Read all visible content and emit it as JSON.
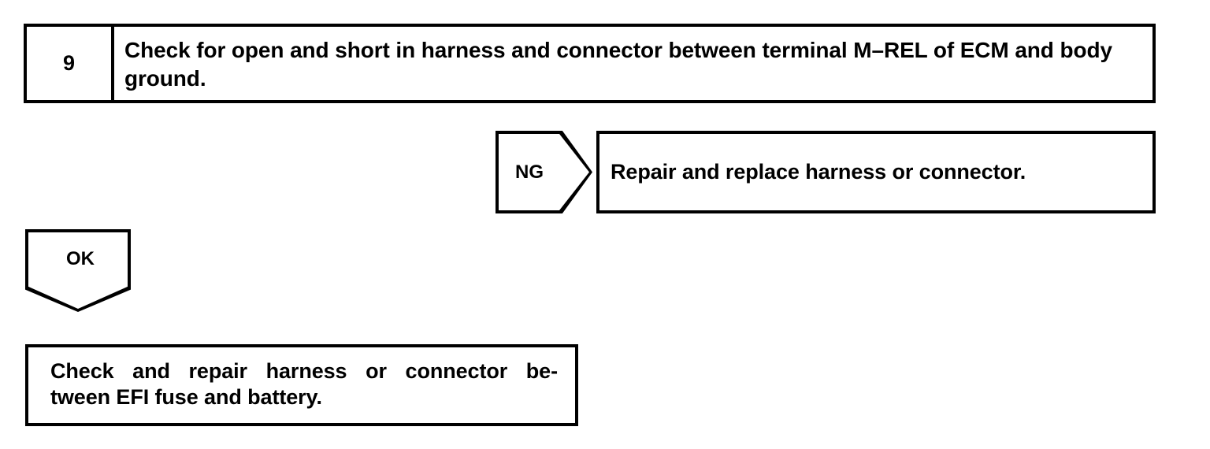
{
  "diagram": {
    "type": "troubleshooting-flowchart",
    "step": {
      "number": "9",
      "instruction": "Check for open and short in harness and connector between terminal M–REL of ECM and body ground."
    },
    "branches": [
      {
        "label": "NG",
        "direction": "right",
        "result": "Repair and replace harness or connector."
      },
      {
        "label": "OK",
        "direction": "down",
        "result_line1": "Check and repair harness or connector be-",
        "result_line2": "tween EFI fuse and battery.",
        "result_full": "Check and repair harness or connector between EFI fuse and battery."
      }
    ]
  },
  "colors": {
    "ink": "#000000",
    "paper": "#ffffff"
  }
}
